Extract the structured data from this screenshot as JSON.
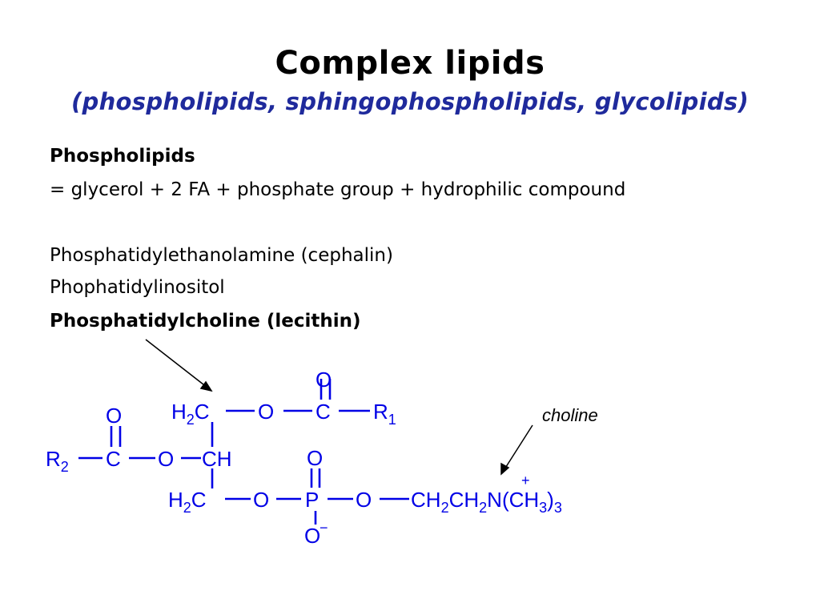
{
  "slide": {
    "title": "Complex lipids",
    "subtitle": "(phospholipids, sphingophospholipids, glycolipids)",
    "lines": [
      "Phospholipids",
      "= glycerol + 2 FA + phosphate group + hydrophilic compound",
      "Phosphatidylethanolamine (cephalin)",
      "Phophatidylinositol",
      "Phosphatidylcholine (lecithin)"
    ]
  },
  "structure": {
    "atoms": {
      "O": "O",
      "C": "C",
      "H": "H",
      "CH": "CH",
      "R": "R",
      "P": "P",
      "N": "N",
      "sub1": "1",
      "sub2": "2",
      "sub3": "3",
      "minus": "−",
      "plus": "+",
      "ch3_open": "(CH",
      "close_paren": ")"
    },
    "label_choline": "choline",
    "color": "#0000e6"
  }
}
